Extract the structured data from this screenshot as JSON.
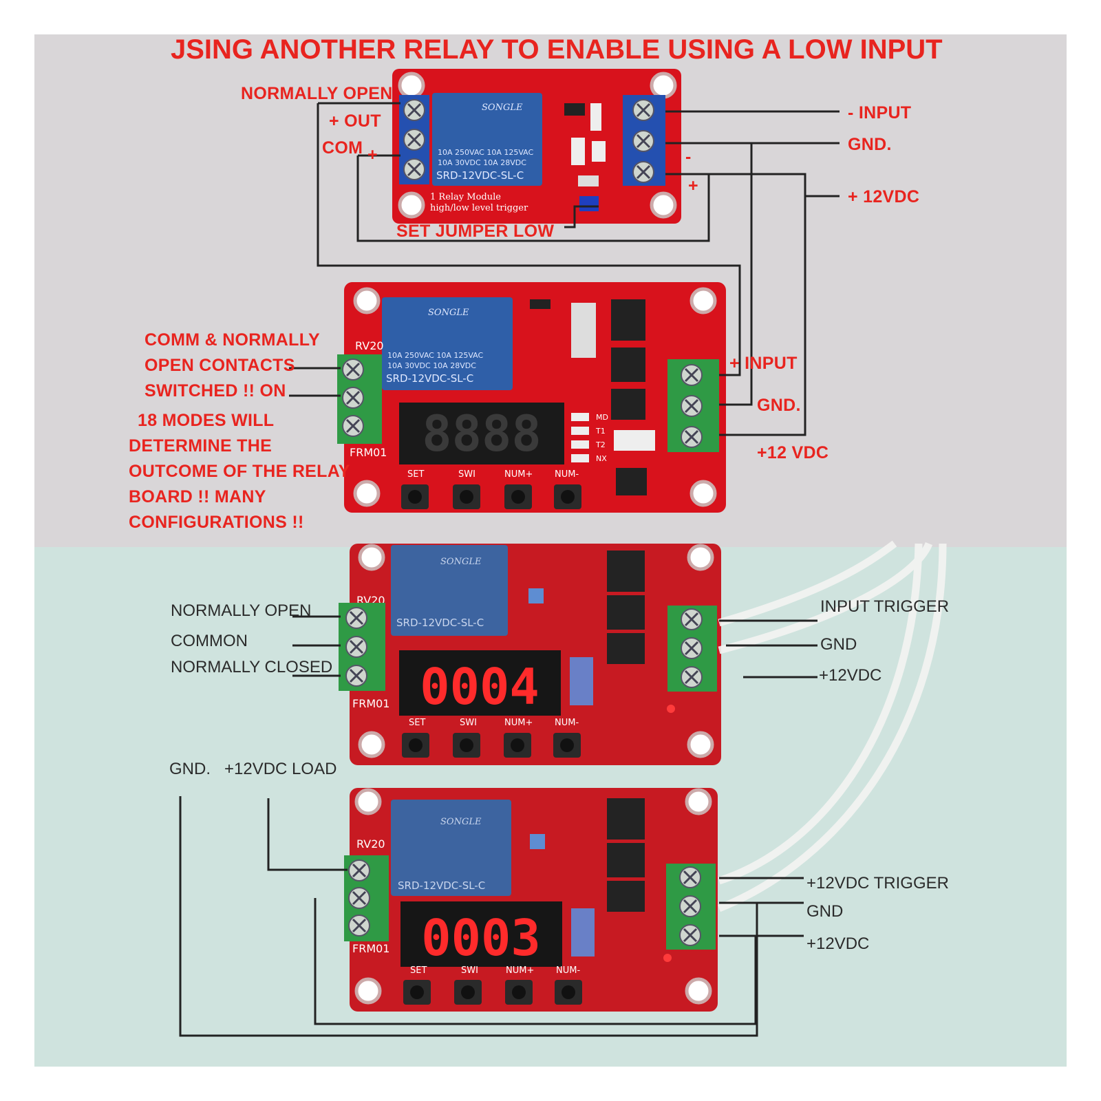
{
  "title": "JSING ANOTHER RELAY TO ENABLE USING A LOW INPUT",
  "top_relay": {
    "left_labels": {
      "normally_open": "NORMALLY OPEN",
      "out": "+ OUT",
      "com": "COM",
      "plus": "+"
    },
    "right_labels": {
      "input": "- INPUT",
      "gnd": "GND.",
      "vdc": "+ 12VDC",
      "minus": "-",
      "plus": "+"
    },
    "jumper": "SET JUMPER LOW",
    "relay_brand": "SONGLE",
    "relay_model": "SRD-12VDC-SL-C",
    "relay_ratings": [
      "10A 250VAC  10A 125VAC",
      "10A 30VDC  10A 28VDC"
    ],
    "board_text": [
      "1 Relay   Module",
      "high/low level trigger"
    ]
  },
  "middle_board": {
    "notes": [
      "COMM & NORMALLY",
      "OPEN CONTACTS",
      "SWITCHED !! ON",
      "18 MODES WILL",
      "DETERMINE THE",
      "OUTCOME OF THE RELAY",
      "BOARD !! MANY",
      "CONFIGURATIONS !!"
    ],
    "right_labels": {
      "input": "+ INPUT",
      "gnd": "GND.",
      "vdc": "+12 VDC"
    },
    "display": "8888",
    "rv": "RV20",
    "model": "FRM01",
    "buttons": [
      "SET",
      "SWI",
      "NUM+",
      "NUM-"
    ],
    "leds": [
      "MD",
      "T1",
      "T2",
      "NX"
    ]
  },
  "photo_board_1": {
    "left_labels": {
      "no": "NORMALLY OPEN",
      "com": "COMMON",
      "nc": "NORMALLY CLOSED"
    },
    "right_labels": {
      "trigger": "INPUT TRIGGER",
      "gnd": "GND",
      "vdc": "+12VDC"
    },
    "display": "0004"
  },
  "photo_board_2": {
    "load_labels": {
      "gnd": "GND.",
      "load": "+12VDC LOAD"
    },
    "right_labels": {
      "trigger": "+12VDC TRIGGER",
      "gnd": "GND",
      "vdc": "+12VDC"
    },
    "display": "0003"
  },
  "colors": {
    "label_red": "#e8241f",
    "board_red": "#d8121c",
    "relay_blue": "#2f5fa8",
    "terminal_green": "#2f9a45",
    "segment_red": "#ff2b2b"
  }
}
